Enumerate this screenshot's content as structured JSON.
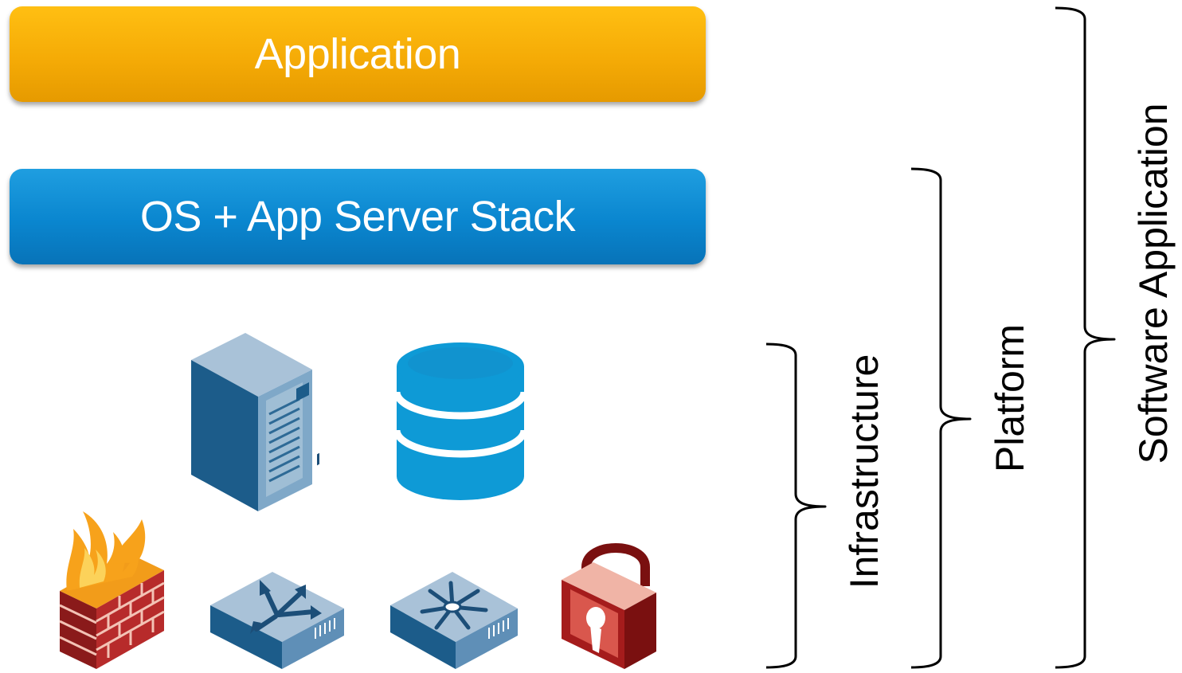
{
  "layers": {
    "application": {
      "label": "Application",
      "color": "#f5ab06"
    },
    "os_stack": {
      "label": "OS + App Server Stack",
      "color": "#0a86cf"
    }
  },
  "braces": [
    {
      "key": "infrastructure",
      "label": "Infrastructure"
    },
    {
      "key": "platform",
      "label": "Platform"
    },
    {
      "key": "software",
      "label": "Software Application"
    }
  ],
  "icons": [
    "server-icon",
    "database-icon",
    "firewall-icon",
    "router-icon",
    "switch-icon",
    "lock-icon"
  ]
}
